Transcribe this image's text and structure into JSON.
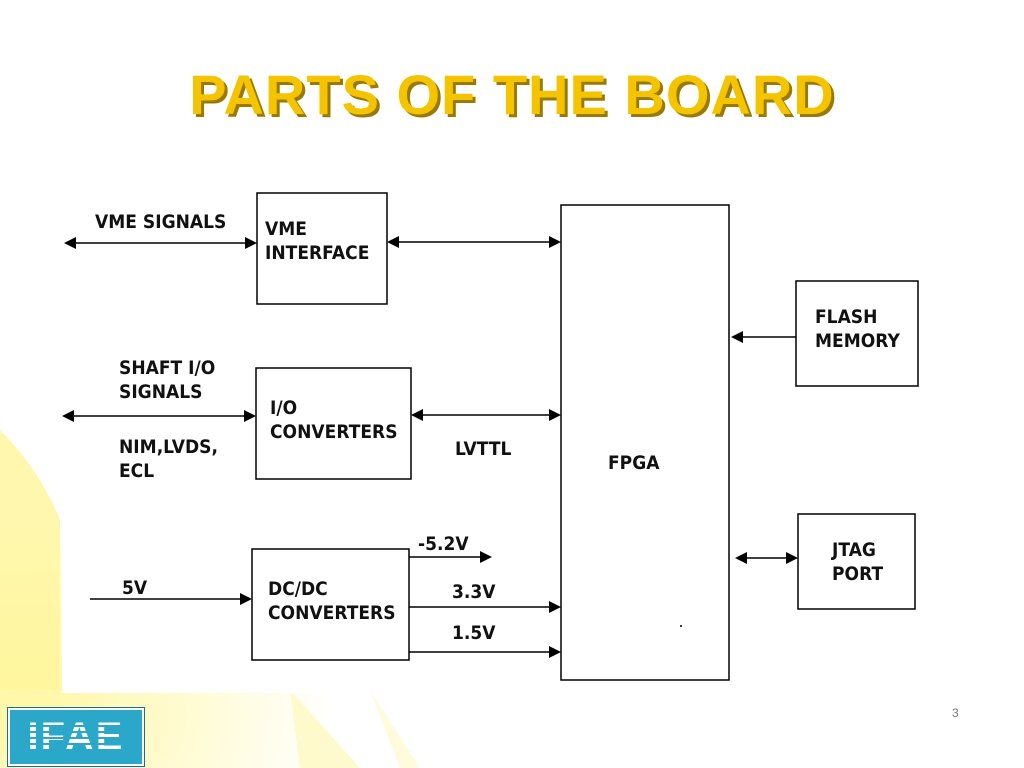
{
  "slide": {
    "title": "PARTS OF THE BOARD",
    "page_number": "3",
    "logo_text": "IFAE",
    "accent_color": "#f5c400"
  },
  "diagram": {
    "blocks": {
      "vme_interface": "VME\nINTERFACE",
      "io_converters": "I/O\nCONVERTERS",
      "dcdc_converters": "DC/DC\nCONVERTERS",
      "fpga": "FPGA",
      "flash_memory": "FLASH\nMEMORY",
      "jtag_port": "JTAG\nPORT"
    },
    "labels": {
      "vme_signals": "VME SIGNALS",
      "shaft_io_signals": "SHAFT I/O\nSIGNALS",
      "signal_standards": "NIM,LVDS,\nECL",
      "lvttl": "LVTTL",
      "input_5v": "5V",
      "out_neg_5_2v": "-5.2V",
      "out_3_3v": "3.3V",
      "out_1_5v": "1.5V"
    }
  }
}
